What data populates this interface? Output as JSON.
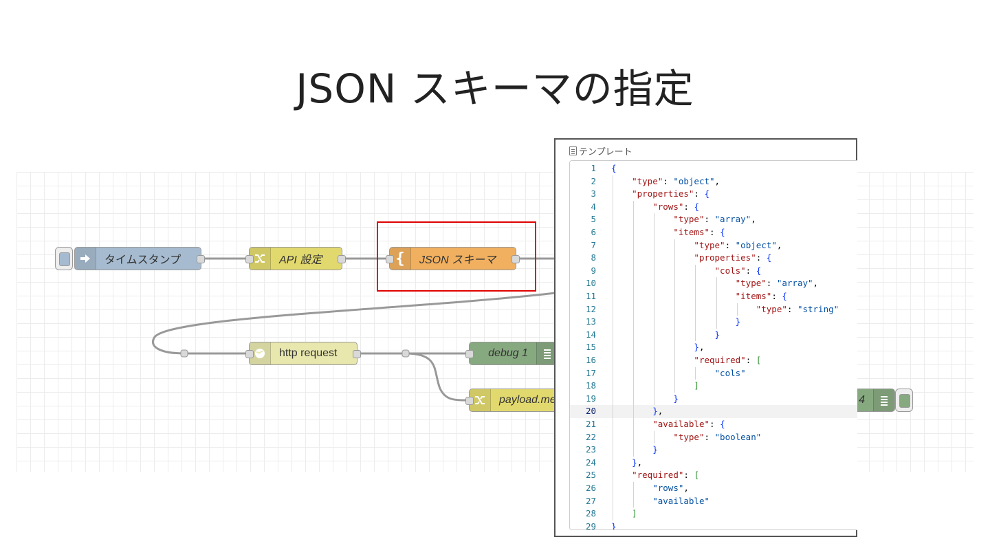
{
  "slide": {
    "title": "JSON スキーマの指定"
  },
  "nodes": {
    "inject": {
      "label": "タイムスタンプ",
      "icon": "arrow-right-icon",
      "color": "#a6bbcf"
    },
    "api": {
      "label": "API 設定",
      "icon": "shuffle-icon",
      "color": "#e2d96e"
    },
    "json": {
      "label": "JSON スキーマ",
      "icon": "brace-icon",
      "color": "#f0b060"
    },
    "http": {
      "label": "http request",
      "icon": "globe-icon",
      "color": "#e7e7ae"
    },
    "debug1": {
      "label": "debug 1",
      "icon": "list-icon",
      "color": "#87a980"
    },
    "change": {
      "label": "payload.me",
      "icon": "shuffle-icon",
      "color": "#e2d96e"
    },
    "debug4": {
      "label": "4",
      "icon": "list-icon",
      "color": "#87a980"
    }
  },
  "panel": {
    "title": "テンプレート",
    "active_line": 20,
    "lines": [
      "{",
      "    \"type\": \"object\",",
      "    \"properties\": {",
      "        \"rows\": {",
      "            \"type\": \"array\",",
      "            \"items\": {",
      "                \"type\": \"object\",",
      "                \"properties\": {",
      "                    \"cols\": {",
      "                        \"type\": \"array\",",
      "                        \"items\": {",
      "                            \"type\": \"string\"",
      "                        }",
      "                    }",
      "                },",
      "                \"required\": [",
      "                    \"cols\"",
      "                ]",
      "            }",
      "        },",
      "        \"available\": {",
      "            \"type\": \"boolean\"",
      "        }",
      "    },",
      "    \"required\": [",
      "        \"rows\",",
      "        \"available\"",
      "    ]",
      "}"
    ]
  },
  "colors": {
    "highlight": "#e00000",
    "key": "#a31515",
    "string": "#0451a5",
    "line_number": "#237893"
  }
}
